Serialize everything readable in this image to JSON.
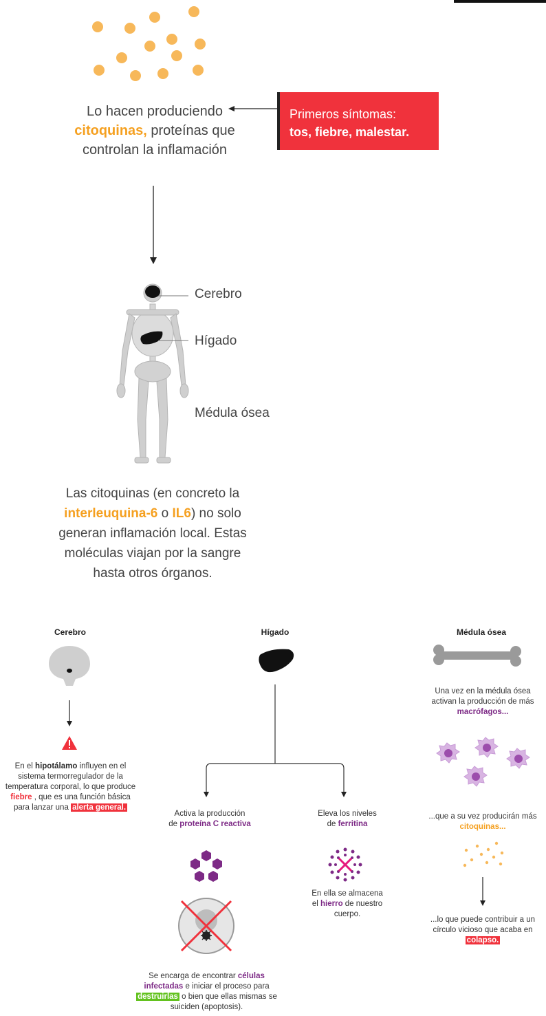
{
  "cytokine_text": {
    "line1": "Lo hacen produciendo",
    "word_cytokines": "citoquinas,",
    "line2_rest": " proteínas que",
    "line3": "controlan la inflamación"
  },
  "symptoms_box": {
    "line1": "Primeros síntomas:",
    "line2": "tos, fiebre, malestar."
  },
  "body_labels": {
    "brain": "Cerebro",
    "liver": "Hígado",
    "marrow": "Médula ósea"
  },
  "il6_text": {
    "line1": "Las citoquinas (en concreto la",
    "il6_term": "interleuquina-6",
    "o": " o ",
    "il6_short": "IL6",
    "line2_end": ") no solo",
    "line3": "generan inflamación local. Estas",
    "line4": "moléculas viajan por la sangre",
    "line5": "hasta otros órganos."
  },
  "columns": {
    "brain": {
      "heading": "Cerebro",
      "text_a": "En el ",
      "hypothalamus": "hipotálamo",
      "text_b": " influyen en el sistema termorregulador de la temperatura corporal, lo que produce ",
      "fever": "fiebre",
      "text_c": " , que es una función básica para lanzar una ",
      "alert": "alerta general."
    },
    "liver": {
      "heading": "Hígado",
      "left_a": "Activa la producción",
      "left_b": "de ",
      "crp": "proteína C reactiva",
      "right_a": "Eleva los niveles",
      "right_b": "de ",
      "ferritin": "ferritina",
      "ferritin_a": "En ella se almacena",
      "ferritin_b": "el ",
      "iron": "hierro",
      "ferritin_c": " de nuestro",
      "ferritin_d": "cuerpo.",
      "crp_a": "Se encarga de encontrar ",
      "infected": "células infectadas",
      "crp_b": " e iniciar el proceso para ",
      "destroy": "destruirlas",
      "crp_c": " o bien que ellas mismas se suiciden (apoptosis)."
    },
    "marrow": {
      "heading": "Médula ósea",
      "text1_a": "Una vez en la médula ósea",
      "text1_b": "activan la producción de más",
      "macrophages": "macrófagos...",
      "text2_a": "...que a su vez producirán más",
      "cytokines": "citoquinas...",
      "text3_a": "...lo que puede contribuir a un",
      "text3_b": "círculo vicioso que acaba en",
      "collapse": "colapso."
    }
  },
  "colors": {
    "orange": "#f5a020",
    "red": "#f0323c",
    "purple": "#7d2a86",
    "green": "#63c21f",
    "dark": "#1a1a1a"
  },
  "icons": [
    "cytokine-dots-icon",
    "skeleton-icon",
    "brain-icon",
    "liver-icon",
    "bone-icon",
    "warning-icon",
    "protein-icon",
    "ferritin-icon",
    "cell-crossed-icon",
    "macrophage-icon"
  ]
}
